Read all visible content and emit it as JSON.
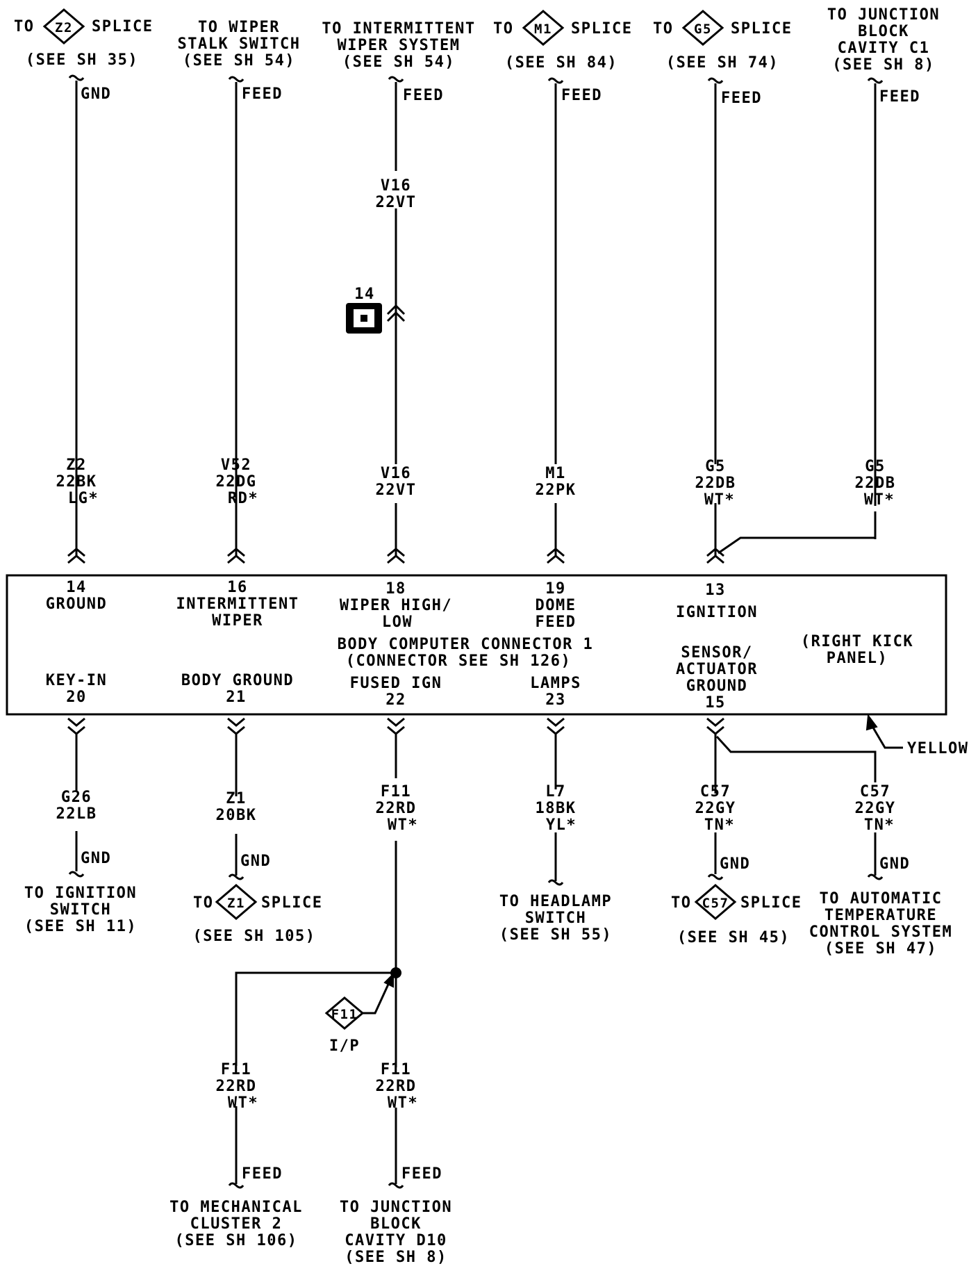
{
  "top": {
    "z2": {
      "to": "TO",
      "badge": "Z2",
      "splice": "SPLICE",
      "see": "(SEE SH 35)",
      "fn": "GND"
    },
    "wiper_stalk": {
      "l1": "TO WIPER",
      "l2": "STALK SWITCH",
      "l3": "(SEE SH 54)",
      "fn": "FEED"
    },
    "intermittent": {
      "l1": "TO INTERMITTENT",
      "l2": "WIPER SYSTEM",
      "l3": "(SEE SH 54)",
      "fn": "FEED"
    },
    "m1": {
      "to": "TO",
      "badge": "M1",
      "splice": "SPLICE",
      "see": "(SEE SH 84)",
      "fn": "FEED"
    },
    "g5": {
      "to": "TO",
      "badge": "G5",
      "splice": "SPLICE",
      "see": "(SEE SH 74)",
      "fn": "FEED"
    },
    "junction_c1": {
      "l1": "TO JUNCTION",
      "l2": "BLOCK",
      "l3": "CAVITY C1",
      "l4": "(SEE SH 8)",
      "fn": "FEED"
    }
  },
  "upper_wires": {
    "v16_mid": {
      "circuit": "V16",
      "gauge": "22VT"
    },
    "inline_connector": {
      "number": "14"
    },
    "z2": {
      "circuit": "Z2",
      "gauge": "22BK",
      "stripe": "LG*"
    },
    "v52": {
      "circuit": "V52",
      "gauge": "22DG",
      "stripe": "RD*"
    },
    "v16": {
      "circuit": "V16",
      "gauge": "22VT"
    },
    "m1": {
      "circuit": "M1",
      "gauge": "22PK"
    },
    "g5a": {
      "circuit": "G5",
      "gauge": "22DB",
      "stripe": "WT*"
    },
    "g5b": {
      "circuit": "G5",
      "gauge": "22DB",
      "stripe": "WT*"
    }
  },
  "connector": {
    "p14": {
      "num": "14",
      "name": "GROUND"
    },
    "p16": {
      "num": "16",
      "name1": "INTERMITTENT",
      "name2": "WIPER"
    },
    "p18": {
      "num": "18",
      "name1": "WIPER HIGH/",
      "name2": "LOW"
    },
    "p19": {
      "num": "19",
      "name1": "DOME",
      "name2": "FEED"
    },
    "p13": {
      "num": "13",
      "name": "IGNITION"
    },
    "title1": "BODY COMPUTER CONNECTOR 1",
    "title2": "(CONNECTOR SEE SH 126)",
    "location1": "(RIGHT KICK",
    "location2": "PANEL)",
    "p20": {
      "name": "KEY-IN",
      "num": "20"
    },
    "p21": {
      "name": "BODY GROUND",
      "num": "21"
    },
    "p22": {
      "name": "FUSED IGN",
      "num": "22"
    },
    "p23": {
      "name": "LAMPS",
      "num": "23"
    },
    "p15": {
      "name1": "SENSOR/",
      "name2": "ACTUATOR",
      "name3": "GROUND",
      "num": "15"
    },
    "color_callout": "YELLOW"
  },
  "lower_wires": {
    "g26": {
      "circuit": "G26",
      "gauge": "22LB"
    },
    "z1": {
      "circuit": "Z1",
      "gauge": "20BK"
    },
    "f11": {
      "circuit": "F11",
      "gauge": "22RD",
      "stripe": "WT*"
    },
    "l7": {
      "circuit": "L7",
      "gauge": "18BK",
      "stripe": "YL*"
    },
    "c57a": {
      "circuit": "C57",
      "gauge": "22GY",
      "stripe": "TN*"
    },
    "c57b": {
      "circuit": "C57",
      "gauge": "22GY",
      "stripe": "TN*"
    },
    "f11_left": {
      "circuit": "F11",
      "gauge": "22RD",
      "stripe": "WT*"
    },
    "f11_right": {
      "circuit": "F11",
      "gauge": "22RD",
      "stripe": "WT*"
    }
  },
  "bottom": {
    "ignition": {
      "fn": "GND",
      "l1": "TO IGNITION",
      "l2": "SWITCH",
      "l3": "(SEE SH 11)"
    },
    "z1": {
      "fn": "GND",
      "to": "TO",
      "badge": "Z1",
      "splice": "SPLICE",
      "see": "(SEE SH 105)"
    },
    "headlamp": {
      "l1": "TO HEADLAMP",
      "l2": "SWITCH",
      "l3": "(SEE SH 55)"
    },
    "c57": {
      "fn": "GND",
      "to": "TO",
      "badge": "C57",
      "splice": "SPLICE",
      "see": "(SEE SH 45)"
    },
    "atc": {
      "fn": "GND",
      "l1": "TO AUTOMATIC",
      "l2": "TEMPERATURE",
      "l3": "CONTROL SYSTEM",
      "l4": "(SEE SH 47)"
    },
    "splice_f11": {
      "badge": "F11",
      "loc": "I/P"
    },
    "cluster": {
      "fn": "FEED",
      "l1": "TO MECHANICAL",
      "l2": "CLUSTER 2",
      "l3": "(SEE SH 106)"
    },
    "junction_d10": {
      "fn": "FEED",
      "l1": "TO JUNCTION",
      "l2": "BLOCK",
      "l3": "CAVITY D10",
      "l4": "(SEE SH 8)"
    }
  }
}
